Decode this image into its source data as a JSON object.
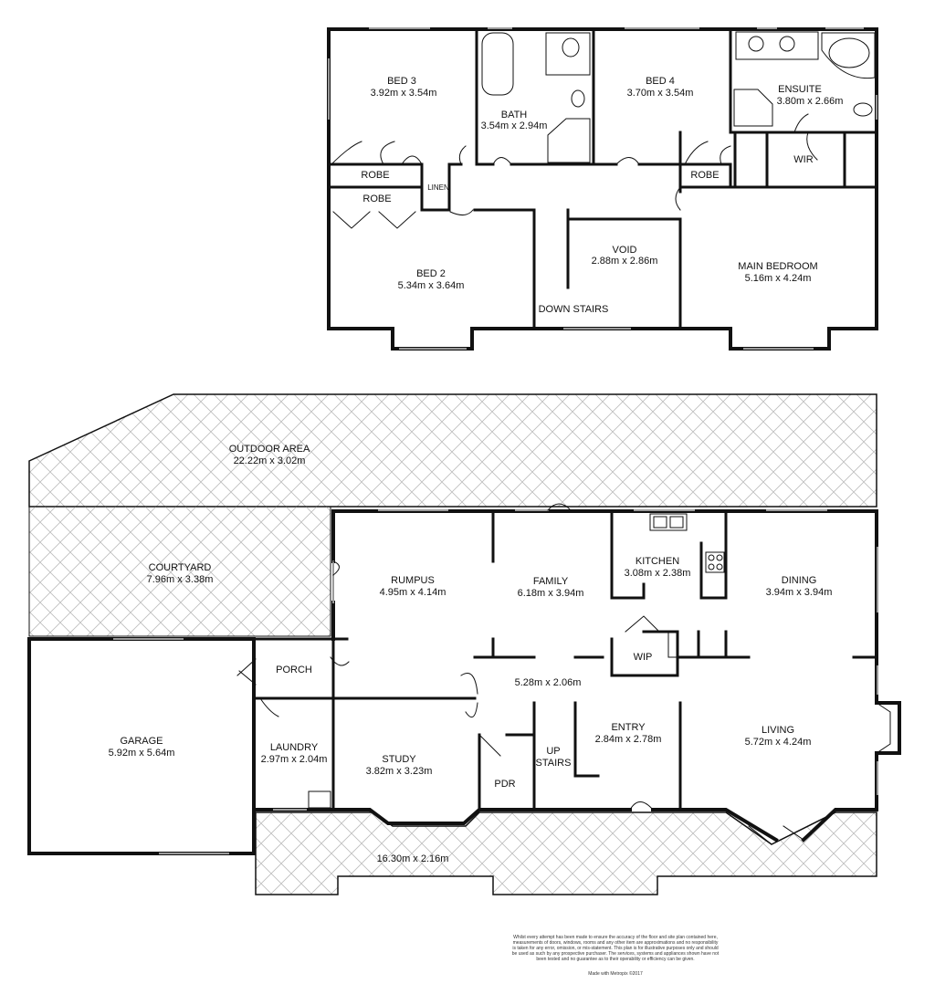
{
  "upper_floor": {
    "bed3": {
      "name": "BED 3",
      "size": "3.92m x 3.54m"
    },
    "bath": {
      "name": "BATH",
      "size": "3.54m x 2.94m"
    },
    "bed4": {
      "name": "BED 4",
      "size": "3.70m x 3.54m"
    },
    "ensuite": {
      "name": "ENSUITE",
      "size": "3.80m x 2.66m"
    },
    "robe_bed3": "ROBE",
    "robe_bed2": "ROBE",
    "robe_bed4": "ROBE",
    "linen": "LINEN",
    "wir": "WIR",
    "void": {
      "name": "VOID",
      "size": "2.88m x 2.86m"
    },
    "bed2": {
      "name": "BED 2",
      "size": "5.34m x 3.64m"
    },
    "main_bedroom": {
      "name": "MAIN BEDROOM",
      "size": "5.16m x 4.24m"
    },
    "down_stairs": "DOWN STAIRS"
  },
  "ground_floor": {
    "outdoor_area": {
      "name": "OUTDOOR AREA",
      "size": "22.22m x 3.02m"
    },
    "courtyard": {
      "name": "COURTYARD",
      "size": "7.96m x 3.38m"
    },
    "rumpus": {
      "name": "RUMPUS",
      "size": "4.95m x 4.14m"
    },
    "family": {
      "name": "FAMILY",
      "size": "6.18m x 3.94m"
    },
    "kitchen": {
      "name": "KITCHEN",
      "size": "3.08m x 2.38m"
    },
    "dining": {
      "name": "DINING",
      "size": "3.94m x 3.94m"
    },
    "porch": "PORCH",
    "wip": "WIP",
    "hall": {
      "size": "5.28m x 2.06m"
    },
    "garage": {
      "name": "GARAGE",
      "size": "5.92m x 5.64m"
    },
    "laundry": {
      "name": "LAUNDRY",
      "size": "2.97m x 2.04m"
    },
    "study": {
      "name": "STUDY",
      "size": "3.82m x 3.23m"
    },
    "entry": {
      "name": "ENTRY",
      "size": "2.84m x 2.78m"
    },
    "up_stairs_1": "UP",
    "up_stairs_2": "STAIRS",
    "pdr": "PDR",
    "living": {
      "name": "LIVING",
      "size": "5.72m x 4.24m"
    },
    "front_terrace": {
      "size": "16.30m x 2.16m"
    }
  },
  "disclaimer": "Whilst every attempt has been made to ensure the accuracy of the floor and site plan contained here, measurements of doors, windows, rooms and any other item are approximations and no responsibility is taken for any error, omission, or mis-statement. This plan is for illustrative purposes only and should be used as such by any prospective purchaser. The services, systems and appliances shown have not been tested and no guarantee as to their operability or efficiency can be given.",
  "credit": "Made with Metropix ©2017",
  "colors": {
    "wall": "#111111",
    "hatch": "#bdbdbd",
    "window": "#9a9a9a"
  }
}
